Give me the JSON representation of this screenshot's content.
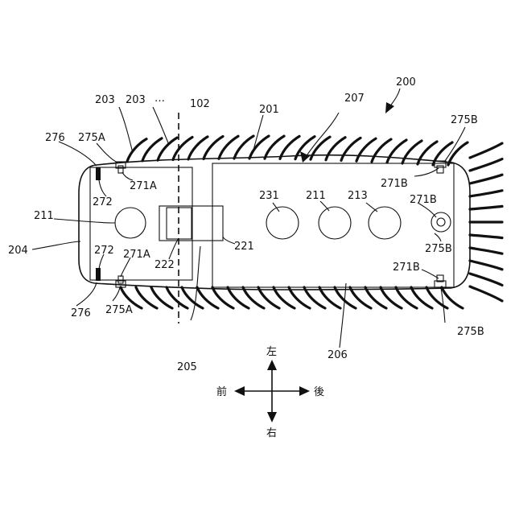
{
  "labels": {
    "l200": "200",
    "l201": "201",
    "l207": "207",
    "l102": "102",
    "l203a": "203",
    "l203b": "203",
    "ellipsis": "…",
    "l276_top": "276",
    "l275A_top": "275A",
    "l271A_top": "271A",
    "l272_top": "272",
    "l211_left": "211",
    "l204": "204",
    "l272_bottom": "272",
    "l271A_bottom": "271A",
    "l222": "222",
    "l221": "221",
    "l276_bottom": "276",
    "l275A_bottom": "275A",
    "l205": "205",
    "l206": "206",
    "l231": "231",
    "l211_right": "211",
    "l213": "213",
    "l275B_top": "275B",
    "l271B_top": "271B",
    "l271B_mid": "271B",
    "l275B_mid": "275B",
    "l271B_bottom": "271B",
    "l275B_bottom": "275B"
  },
  "directions": {
    "up": "左",
    "down": "右",
    "left": "前",
    "right": "後"
  }
}
